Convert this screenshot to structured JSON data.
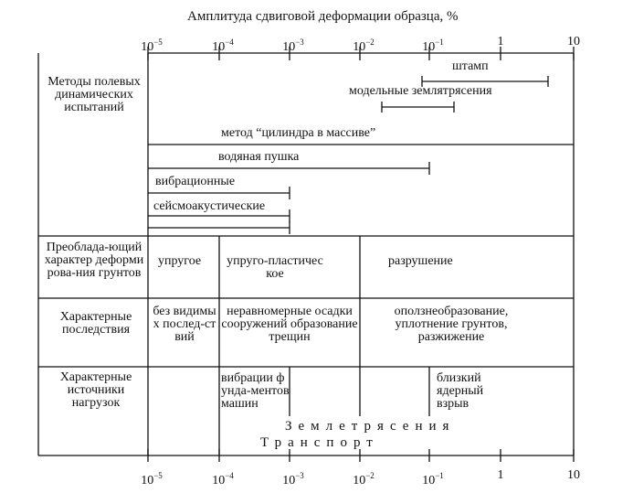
{
  "title": "Амплитуда сдвиговой деформации образца, %",
  "axis": {
    "top_ticks": [
      {
        "base": "10",
        "exp": "−5"
      },
      {
        "base": "10",
        "exp": "−4"
      },
      {
        "base": "10",
        "exp": "−3"
      },
      {
        "base": "10",
        "exp": "−2"
      },
      {
        "base": "10",
        "exp": "−1"
      },
      {
        "base": "1",
        "exp": ""
      },
      {
        "base": "10",
        "exp": ""
      }
    ],
    "bottom_ticks": [
      {
        "base": "10",
        "exp": "−5"
      },
      {
        "base": "10",
        "exp": "−4"
      },
      {
        "base": "10",
        "exp": "−3"
      },
      {
        "base": "10",
        "exp": "−2"
      },
      {
        "base": "10",
        "exp": "−1"
      },
      {
        "base": "1",
        "exp": ""
      },
      {
        "base": "10",
        "exp": ""
      }
    ]
  },
  "rows": {
    "methods": {
      "header": "Методы полевых динамических испытаний",
      "items": {
        "stamp": "штамп",
        "model_eq": "модельные землятрясения",
        "cylinder": "метод “цилиндра в массиве”",
        "water_gun": "водяная пушка",
        "vibration": "вибрационные",
        "seismoacoustic": "сейсмоакустические"
      }
    },
    "behavior": {
      "header": "Преоблада-ющий характер деформирова-ния грунтов",
      "cells": [
        "упругое",
        "упруго-пластическое",
        "разрушение"
      ]
    },
    "consequences": {
      "header": "Характерные последствия",
      "cells": [
        "без видимых послед-ствий",
        "неравномерные осадки сооружений образование трещин",
        "оползнеобразование, уплотнение грунтов, разжижение"
      ]
    },
    "sources": {
      "header": "Характерные источники нагрузок",
      "cells": [
        "вибрации фунда-ментов машин",
        "близкий ядерный взрыв"
      ],
      "earthquakes": "Землетрясения",
      "transport": "Транспорт"
    }
  }
}
